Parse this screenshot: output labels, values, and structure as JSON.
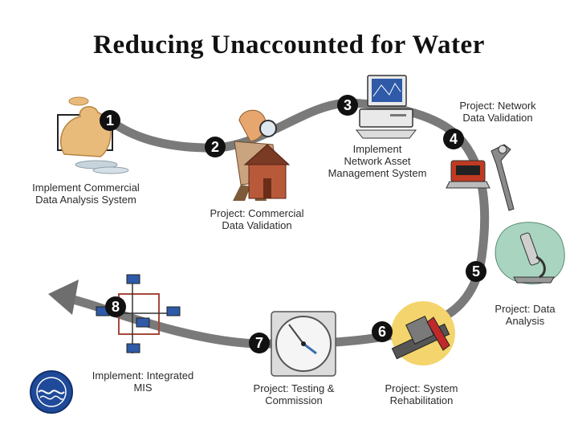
{
  "title": "Reducing Unaccounted for Water",
  "steps": [
    {
      "number": "1",
      "lines": [
        "Implement Commercial",
        "Data Analysis System"
      ],
      "icon": "money-bag-icon"
    },
    {
      "number": "2",
      "lines": [
        "Project: Commercial",
        "Data Validation"
      ],
      "icon": "inspector-house-icon"
    },
    {
      "number": "3",
      "lines": [
        "Implement",
        "Network Asset",
        "Management System"
      ],
      "icon": "computer-icon"
    },
    {
      "number": "4",
      "lines": [
        "Project: Network",
        "Data Validation"
      ],
      "icon": "survey-equipment-icon"
    },
    {
      "number": "5",
      "lines": [
        "Project: Data",
        "Analysis"
      ],
      "icon": "microscope-icon"
    },
    {
      "number": "6",
      "lines": [
        "Project: System",
        "Rehabilitation"
      ],
      "icon": "pipe-wrench-icon"
    },
    {
      "number": "7",
      "lines": [
        "Project: Testing &",
        "Commission"
      ],
      "icon": "gauge-icon"
    },
    {
      "number": "8",
      "lines": [
        "Implement: Integrated",
        "MIS"
      ],
      "icon": "network-icon"
    }
  ],
  "colors": {
    "path": "#7a7a7a",
    "badge": "#111111",
    "title": "#111111",
    "label": "#2b2b2b"
  }
}
